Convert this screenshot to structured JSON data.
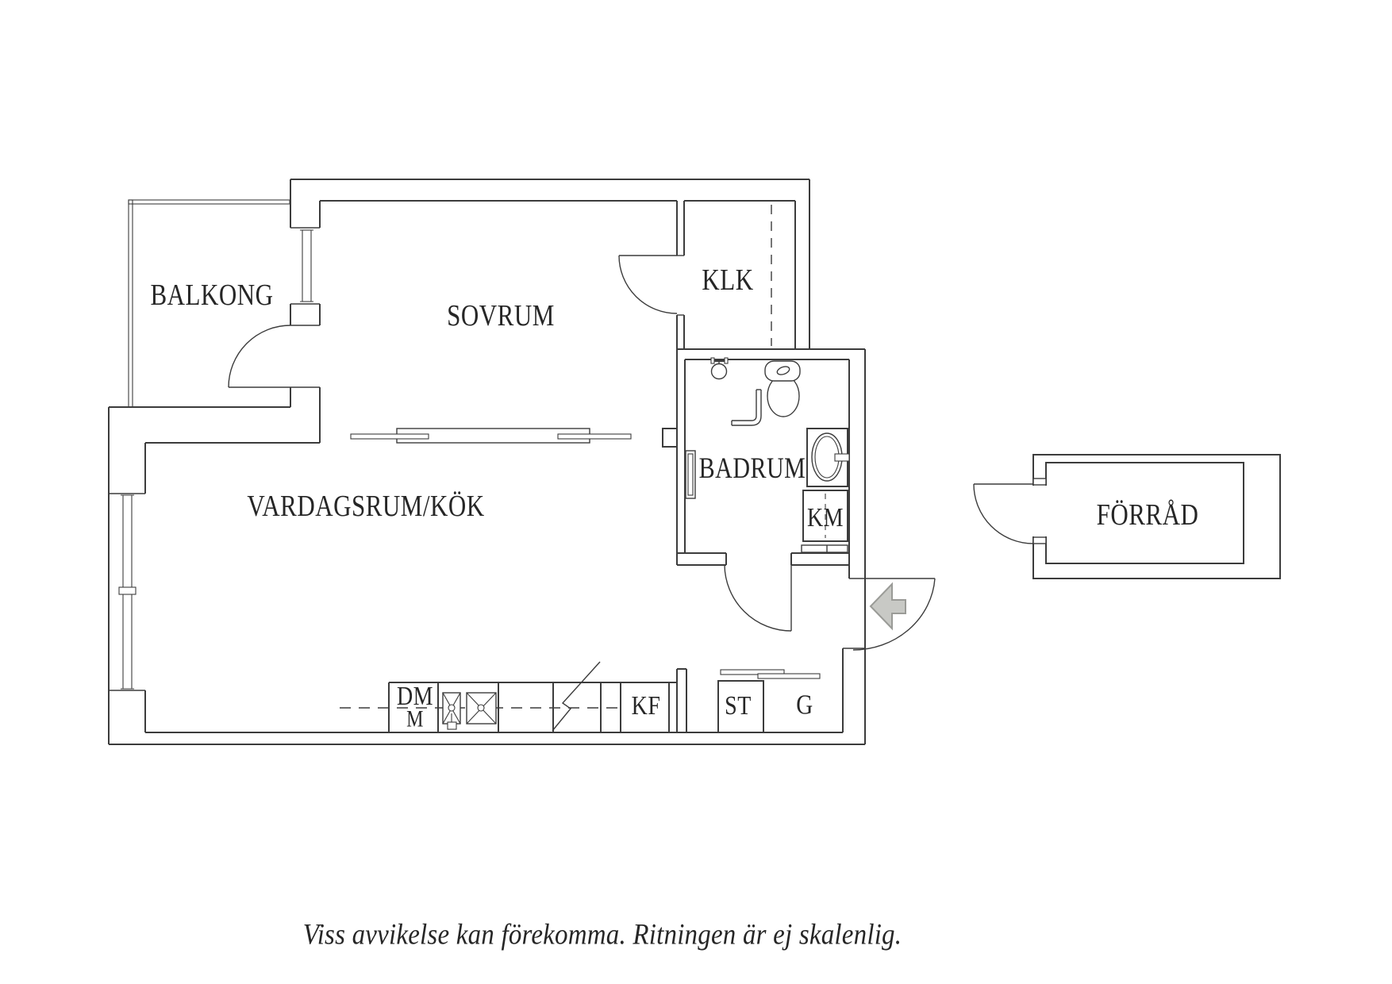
{
  "rooms": {
    "balkong": "BALKONG",
    "sovrum": "SOVRUM",
    "klk": "KLK",
    "badrum": "BADRUM",
    "vardagsrum_kok": "VARDAGSRUM/KÖK",
    "forrad": "FÖRRÅD"
  },
  "fixtures": {
    "km": "KM",
    "dm": "DM",
    "m": "M",
    "kf": "KF",
    "st": "ST",
    "g": "G"
  },
  "caption": "Viss avvikelse kan förekomma. Ritningen är ej skalenlig.",
  "colors": {
    "line": "#3c3c3c",
    "text": "#262626",
    "arrow_fill": "#c8c9c5",
    "arrow_stroke": "#9a9b97",
    "background": "#ffffff"
  }
}
